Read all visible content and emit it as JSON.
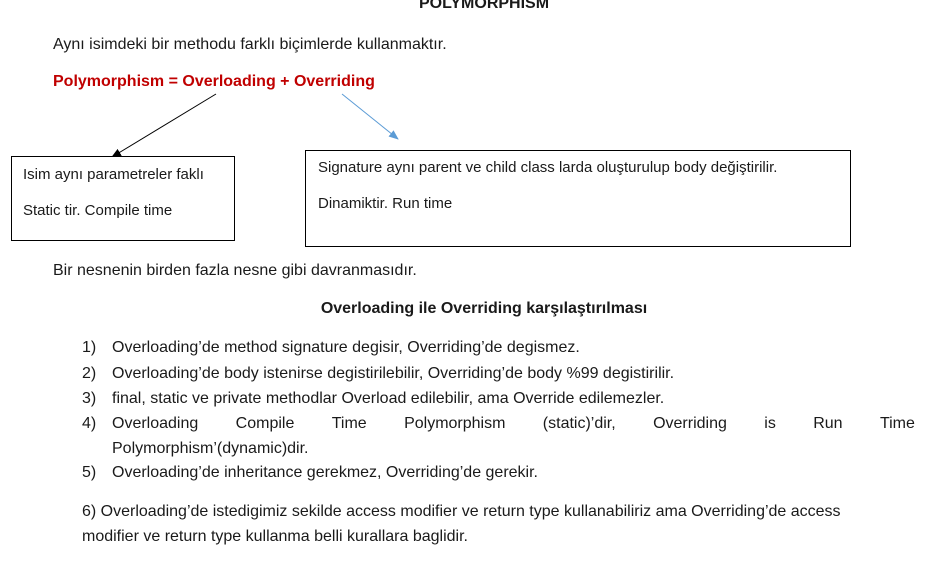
{
  "document": {
    "title": "POLYMORPHISM",
    "intro": "Aynı isimdeki bir methodu farklı biçimlerde kullanmaktır.",
    "formula": "Polymorphism = Overloading + Overriding",
    "colors": {
      "formula": "#c00000",
      "arrow_left": "#000000",
      "arrow_right": "#5b9bd5"
    },
    "box_overloading": {
      "line1": "Isim aynı parametreler faklı",
      "line2": "Static tir. Compile time"
    },
    "box_overriding": {
      "line1": "Signature aynı parent ve child class larda oluşturulup body değiştirilir.",
      "line2": "Dinamiktir. Run time"
    },
    "definition": "Bir nesnenin birden fazla nesne gibi davranmasıdır.",
    "comparison_title": "Overloading ile Overriding karşılaştırılması",
    "list": [
      {
        "num": "1)",
        "text": "Overloading’de method signature degisir, Overriding’de degismez."
      },
      {
        "num": "2)",
        "text": "Overloading’de body istenirse degistirilebilir, Overriding’de body %99 degistirilir."
      },
      {
        "num": "3)",
        "text": "final, static ve private methodlar Overload edilebilir, ama Override edilemezler."
      },
      {
        "num": "4)",
        "words": [
          "Overloading",
          "Compile",
          "Time",
          "Polymorphism",
          "(static)’dir,",
          "Overriding",
          "is",
          "Run",
          "Time"
        ],
        "continuation": "Polymorphism’(dynamic)dir."
      },
      {
        "num": "5)",
        "text": "Overloading’de inheritance gerekmez, Overriding’de gerekir."
      }
    ],
    "paragraph6": {
      "line1": "6) Overloading’de istedigimiz sekilde access modifier ve return type kullanabiliriz ama Overriding’de access",
      "line2": "modifier ve return type kullanma belli kurallara baglidir."
    }
  }
}
